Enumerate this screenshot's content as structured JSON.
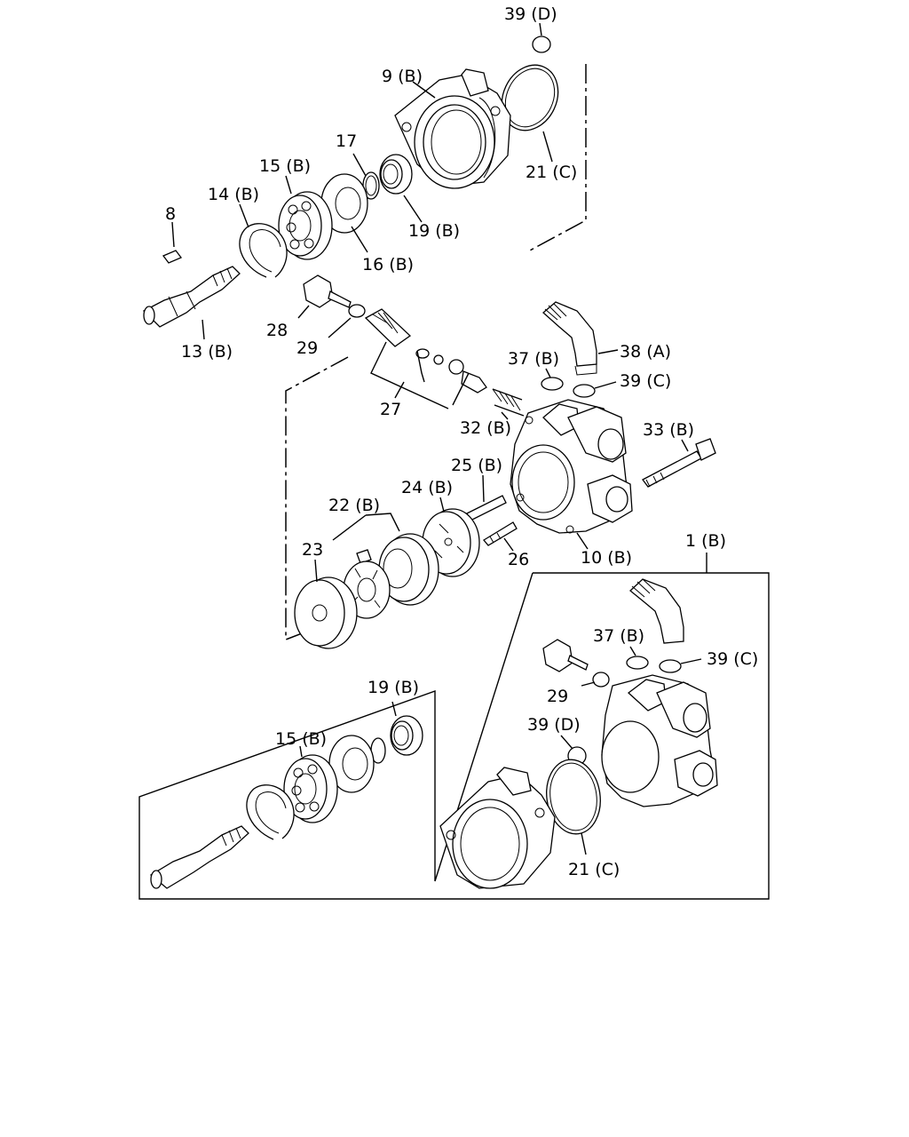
{
  "labels": {
    "l39d_top": "39 (D)",
    "l9b": "9 (B)",
    "l21c_top": "21 (C)",
    "l17": "17",
    "l15b_top": "15 (B)",
    "l14b": "14 (B)",
    "l8": "8",
    "l19b_top": "19 (B)",
    "l16b": "16 (B)",
    "l13b": "13 (B)",
    "l28": "28",
    "l29_top": "29",
    "l27": "27",
    "l37b_top": "37 (B)",
    "l38a": "38 (A)",
    "l39c_top": "39 (C)",
    "l32b": "32 (B)",
    "l33b": "33 (B)",
    "l25b": "25 (B)",
    "l24b": "24 (B)",
    "l22b": "22 (B)",
    "l23": "23",
    "l26": "26",
    "l10b": "10 (B)",
    "l1b": "1 (B)",
    "l37b_bot": "37 (B)",
    "l39c_bot": "39 (C)",
    "l29_bot": "29",
    "l19b_bot": "19 (B)",
    "l15b_bot": "15 (B)",
    "l39d_bot": "39 (D)",
    "l21c_bot": "21 (C)"
  }
}
